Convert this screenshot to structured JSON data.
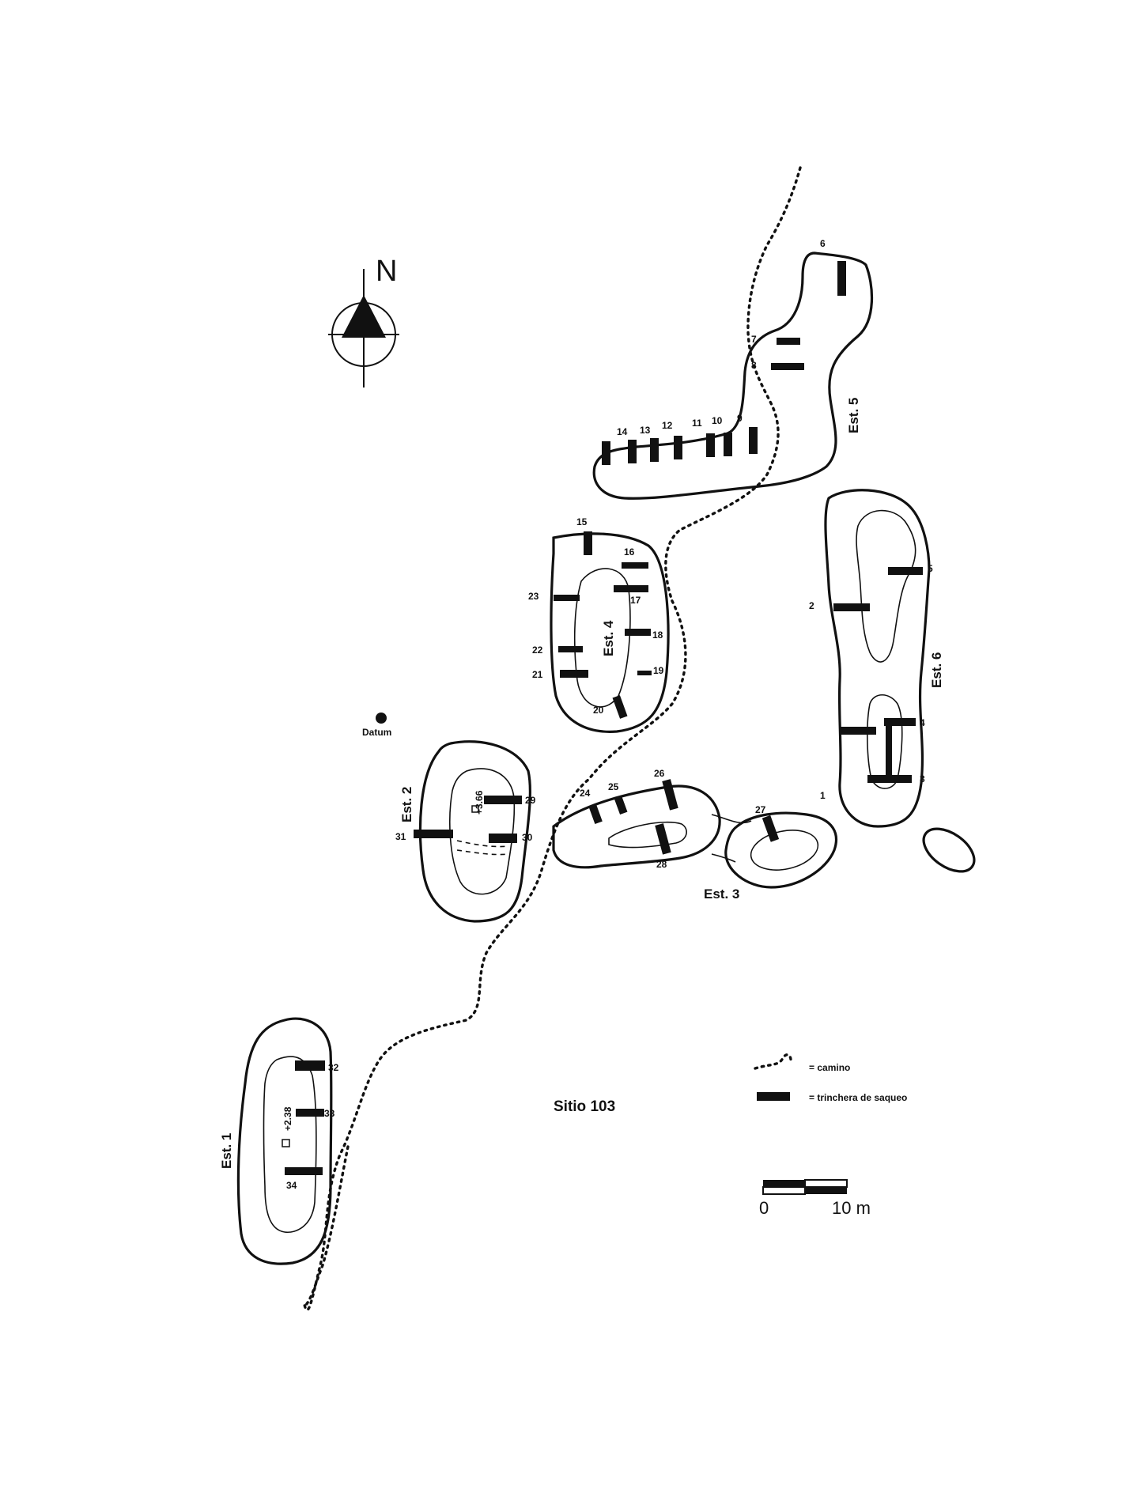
{
  "map": {
    "title": "Sitio 103",
    "north_label": "N",
    "datum_label": "Datum",
    "structures": {
      "est1": "Est. 1",
      "est2": "Est. 2",
      "est3": "Est. 3",
      "est4": "Est. 4",
      "est5": "Est. 5",
      "est6": "Est. 6"
    },
    "elevations": {
      "est1": "+2.38",
      "est2": "+3.66"
    },
    "trench_labels": [
      "1",
      "2",
      "3",
      "4",
      "5",
      "6",
      "7",
      "8",
      "9",
      "10",
      "11",
      "12",
      "13",
      "14",
      "15",
      "16",
      "17",
      "18",
      "19",
      "20",
      "21",
      "22",
      "23",
      "24",
      "25",
      "26",
      "27",
      "28",
      "29",
      "30",
      "31",
      "32",
      "33",
      "34"
    ],
    "legend": {
      "path": "= camino",
      "trench": "= trinchera de saqueo"
    },
    "scale": {
      "start": "0",
      "end": "10 m"
    },
    "colors": {
      "ink": "#111111",
      "paper": "#ffffff"
    }
  }
}
